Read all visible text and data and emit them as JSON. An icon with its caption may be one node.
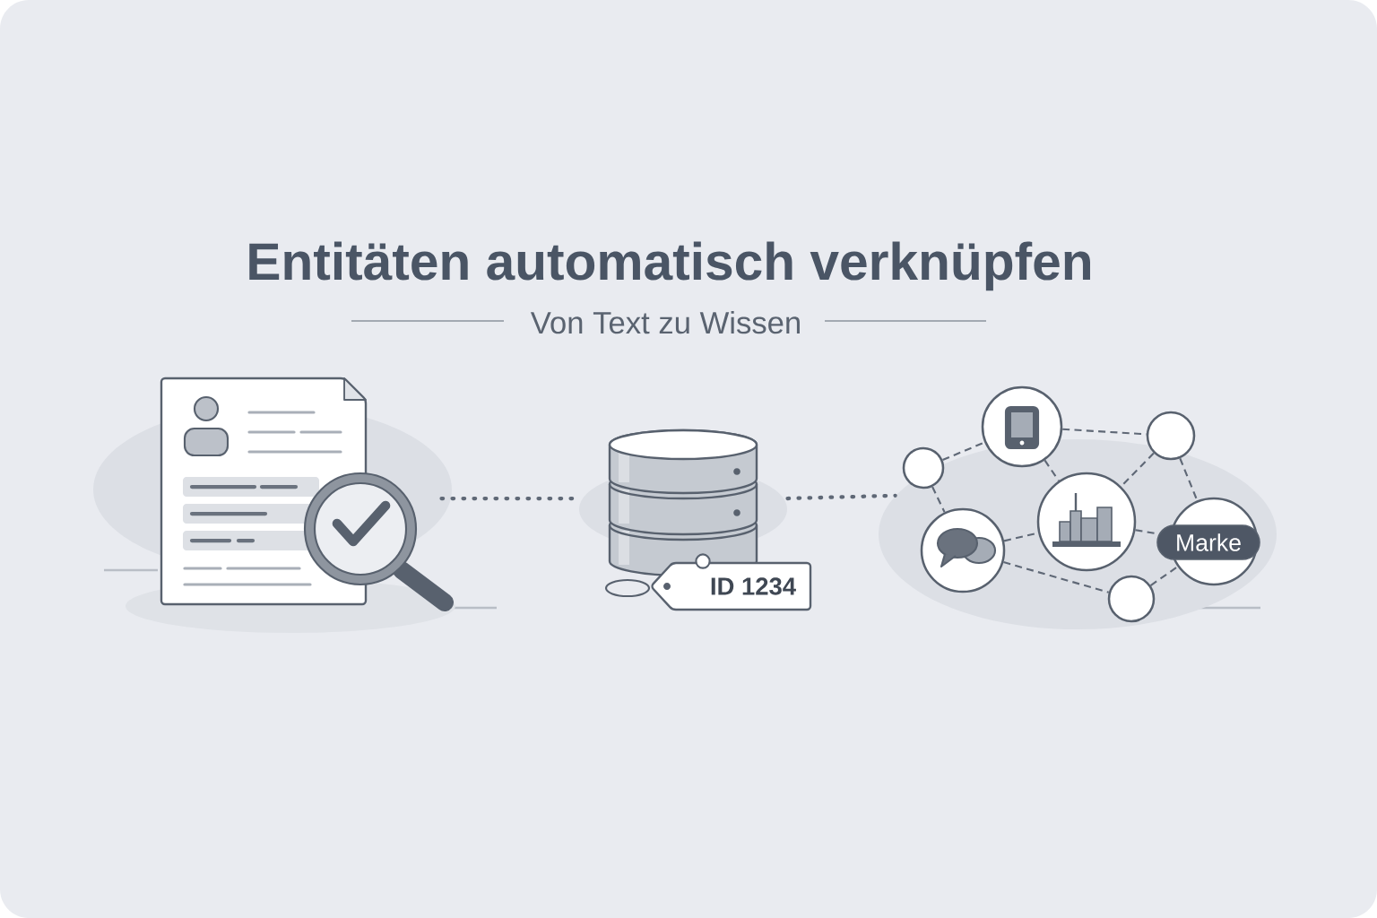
{
  "diagram": {
    "title": "Entitäten automatisch verknüpfen",
    "nodes": [
      {
        "text": [],
        "shape": "picture"
      },
      {
        "text": [],
        "shape": "cylinder"
      },
      {
        "text": [
          "ID 1234"
        ]
      },
      {
        "text": [],
        "shape": "ellipse"
      },
      {
        "text": [],
        "shape": "circle"
      },
      {
        "text": [],
        "shape": "circle"
      },
      {
        "text": [],
        "shape": "circle"
      },
      {
        "text": [],
        "shape": "circle",
        "in": 3
      },
      {
        "text": [],
        "shape": "circle",
        "in": 3
      },
      {
        "text": [],
        "shape": "circle",
        "in": 3
      },
      {
        "text": [
          "Marke"
        ],
        "in": 3
      },
      {
        "text": [],
        "shape": "circle",
        "in": 3
      }
    ],
    "edges": [
      {
        "from": 0,
        "to": 1,
        "arrow": "none"
      },
      {
        "from": 1,
        "to": 3,
        "arrow": "none"
      },
      {
        "from": 6,
        "to": 4,
        "arrow": "none",
        "style": "dashed"
      },
      {
        "from": 4,
        "to": 5,
        "arrow": "none",
        "style": "dashed"
      },
      {
        "from": 4,
        "to": 8,
        "arrow": "none",
        "style": "dashed"
      },
      {
        "from": 5,
        "to": 8,
        "arrow": "none",
        "style": "dashed"
      },
      {
        "from": 5,
        "to": 9,
        "arrow": "none",
        "style": "dashed"
      },
      {
        "from": 6,
        "to": 7,
        "arrow": "none",
        "style": "dashed"
      },
      {
        "from": 7,
        "to": 8,
        "arrow": "none",
        "style": "dashed"
      },
      {
        "from": 8,
        "to": 10,
        "arrow": "none",
        "style": "dashed"
      },
      {
        "from": 7,
        "to": 11,
        "arrow": "none",
        "style": "dashed"
      },
      {
        "from": 11,
        "to": 9,
        "arrow": "none",
        "style": "dashed"
      }
    ],
    "labels": [
      "Von Text zu Wissen"
    ]
  }
}
